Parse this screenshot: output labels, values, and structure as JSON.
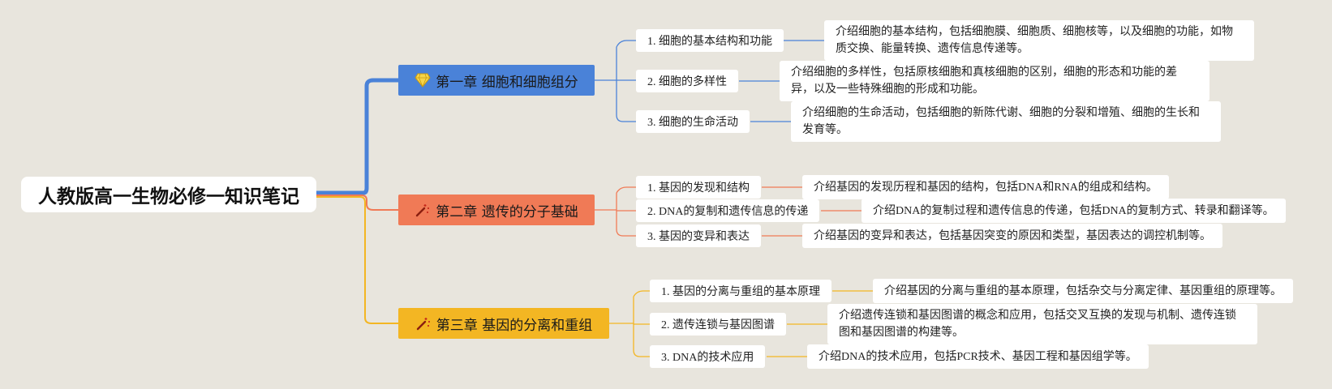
{
  "root": {
    "title": "人教版高一生物必修一知识笔记"
  },
  "chapters": [
    {
      "title": "第一章 细胞和细胞组分",
      "color": "#4a82d8",
      "icon": "diamond-icon",
      "items": [
        {
          "label": "1. 细胞的基本结构和功能",
          "desc": "介绍细胞的基本结构，包括细胞膜、细胞质、细胞核等，以及细胞的功能，如物质交换、能量转换、遗传信息传递等。"
        },
        {
          "label": "2. 细胞的多样性",
          "desc": "介绍细胞的多样性，包括原核细胞和真核细胞的区别，细胞的形态和功能的差异，以及一些特殊细胞的形成和功能。"
        },
        {
          "label": "3. 细胞的生命活动",
          "desc": "介绍细胞的生命活动，包括细胞的新陈代谢、细胞的分裂和增殖、细胞的生长和发育等。"
        }
      ]
    },
    {
      "title": "第二章 遗传的分子基础",
      "color": "#f07a56",
      "icon": "magic-wand-icon",
      "items": [
        {
          "label": "1. 基因的发现和结构",
          "desc": "介绍基因的发现历程和基因的结构，包括DNA和RNA的组成和结构。"
        },
        {
          "label": "2. DNA的复制和遗传信息的传递",
          "desc": "介绍DNA的复制过程和遗传信息的传递，包括DNA的复制方式、转录和翻译等。"
        },
        {
          "label": "3. 基因的变异和表达",
          "desc": "介绍基因的变异和表达，包括基因突变的原因和类型，基因表达的调控机制等。"
        }
      ]
    },
    {
      "title": "第三章 基因的分离和重组",
      "color": "#f3b623",
      "icon": "magic-wand-icon",
      "items": [
        {
          "label": "1. 基因的分离与重组的基本原理",
          "desc": "介绍基因的分离与重组的基本原理，包括杂交与分离定律、基因重组的原理等。"
        },
        {
          "label": "2. 遗传连锁与基因图谱",
          "desc": "介绍遗传连锁和基因图谱的概念和应用，包括交叉互换的发现与机制、遗传连锁图和基因图谱的构建等。"
        },
        {
          "label": "3. DNA的技术应用",
          "desc": "介绍DNA的技术应用，包括PCR技术、基因工程和基因组学等。"
        }
      ]
    }
  ]
}
